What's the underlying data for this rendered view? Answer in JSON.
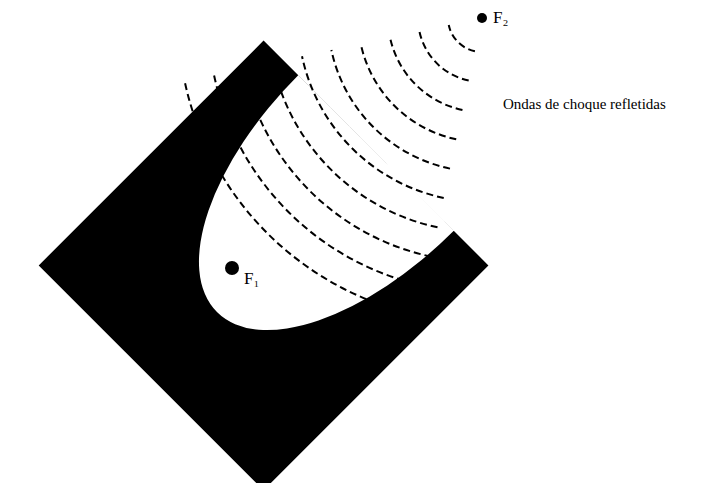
{
  "diagram": {
    "labels": [
      "F₂",
      "Ondas de choque refletidas",
      "F₁"
    ]
  }
}
